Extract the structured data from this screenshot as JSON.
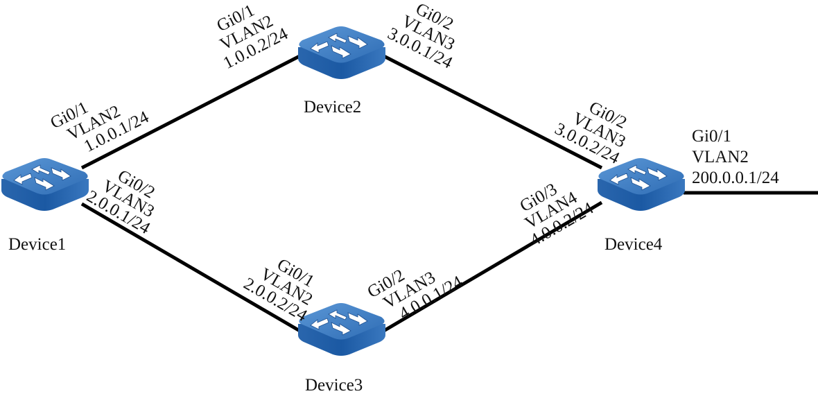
{
  "diagram": {
    "type": "network-topology",
    "devices": [
      {
        "id": "device1",
        "name": "Device1",
        "icon": "switch-icon"
      },
      {
        "id": "device2",
        "name": "Device2",
        "icon": "switch-icon"
      },
      {
        "id": "device3",
        "name": "Device3",
        "icon": "switch-icon"
      },
      {
        "id": "device4",
        "name": "Device4",
        "icon": "switch-icon"
      }
    ],
    "links": [
      {
        "from": "device1",
        "to": "device2"
      },
      {
        "from": "device1",
        "to": "device3"
      },
      {
        "from": "device2",
        "to": "device4"
      },
      {
        "from": "device3",
        "to": "device4"
      },
      {
        "from": "device4",
        "to": "external"
      }
    ],
    "interfaces": {
      "d1_gi01": {
        "port": "Gi0/1",
        "vlan": "VLAN2",
        "ip": "1.0.0.1/24"
      },
      "d1_gi02": {
        "port": "Gi0/2",
        "vlan": "VLAN3",
        "ip": "2.0.0.1/24"
      },
      "d2_gi01": {
        "port": "Gi0/1",
        "vlan": "VLAN2",
        "ip": "1.0.0.2/24"
      },
      "d2_gi02": {
        "port": "Gi0/2",
        "vlan": "VLAN3",
        "ip": "3.0.0.1/24"
      },
      "d3_gi01": {
        "port": "Gi0/1",
        "vlan": "VLAN2",
        "ip": "2.0.0.2/24"
      },
      "d3_gi02": {
        "port": "Gi0/2",
        "vlan": "VLAN3",
        "ip": "4.0.0.1/24"
      },
      "d4_gi02": {
        "port": "Gi0/2",
        "vlan": "VLAN3",
        "ip": "3.0.0.2/24"
      },
      "d4_gi03": {
        "port": "Gi0/3",
        "vlan": "VLAN4",
        "ip": "4.0.0.2/24"
      },
      "d4_gi01": {
        "port": "Gi0/1",
        "vlan": "VLAN2",
        "ip": "200.0.0.1/24"
      }
    },
    "colors": {
      "switch_top": "#4a86c8",
      "switch_side": "#1f5fa8",
      "link": "#000000",
      "text": "#111111"
    }
  }
}
